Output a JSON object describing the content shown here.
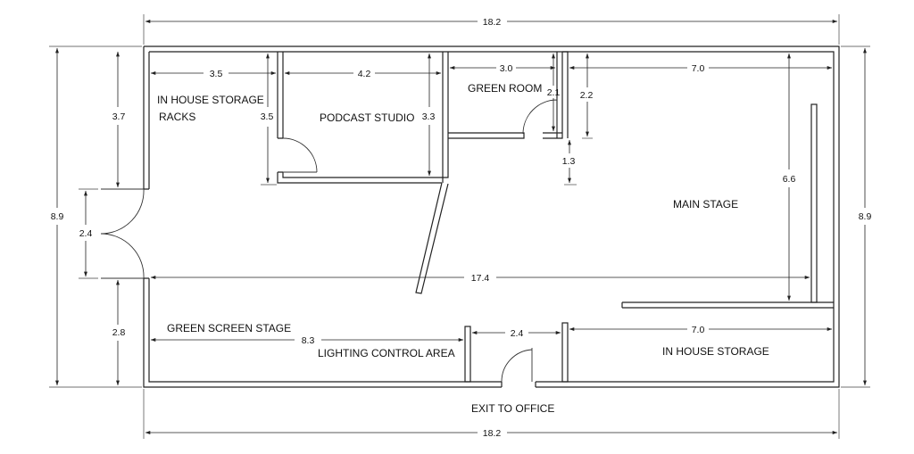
{
  "rooms": {
    "in_house_storage_racks": [
      "IN HOUSE STORAGE",
      "RACKS"
    ],
    "podcast_studio": "PODCAST STUDIO",
    "green_room": "GREEN ROOM",
    "main_stage": "MAIN STAGE",
    "green_screen_stage": "GREEN SCREEN STAGE",
    "lighting_control_area": "LIGHTING CONTROL AREA",
    "in_house_storage": "IN HOUSE STORAGE",
    "exit_to_office": "EXIT TO OFFICE"
  },
  "dimensions": {
    "overall_width_top": "18.2",
    "overall_width_bottom": "18.2",
    "overall_height_left": "8.9",
    "overall_height_right": "8.9",
    "storage_racks_width": "3.5",
    "storage_racks_height": "3.5",
    "storage_upper_left": "3.7",
    "podcast_width": "4.2",
    "podcast_height": "3.3",
    "green_room_width": "3.0",
    "green_room_height": "2.1",
    "main_stage_upper": "2.2",
    "green_room_gap": "1.3",
    "main_stage_width": "7.0",
    "main_stage_height": "6.6",
    "entrance_width": "2.4",
    "lower_left_height": "2.8",
    "interior_length": "17.4",
    "green_screen_width": "8.3",
    "lighting_width": "2.4",
    "lower_storage_width": "7.0"
  }
}
